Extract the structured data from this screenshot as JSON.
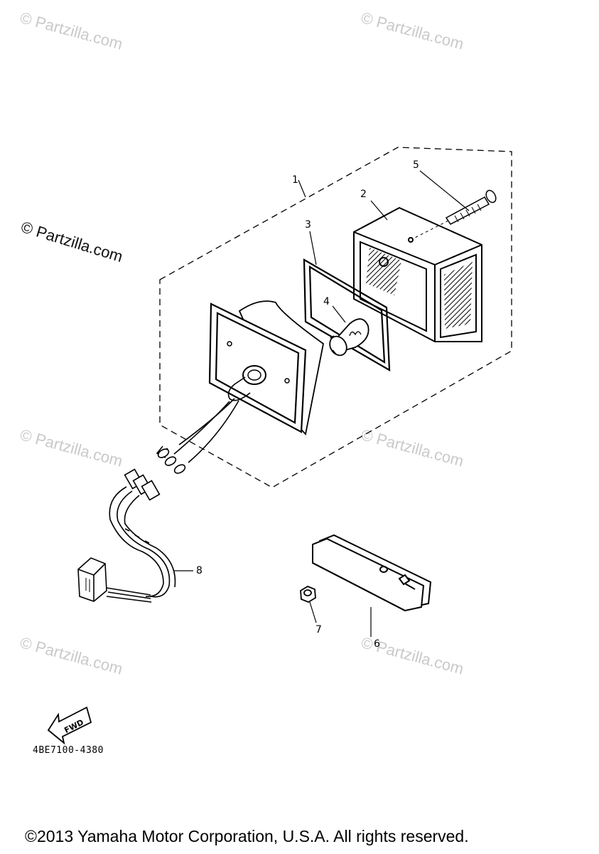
{
  "watermarks": {
    "text": "© Partzilla.com",
    "primary_text": "© Partzilla.com"
  },
  "callouts": {
    "c1": "1",
    "c2": "2",
    "c3": "3",
    "c4": "4",
    "c5": "5",
    "c6": "6",
    "c7": "7",
    "c8": "8"
  },
  "forward_label": "FWD",
  "diagram_code": "4BE7100-4380",
  "copyright": "©2013 Yamaha Motor Corporation, U.S.A. All rights reserved.",
  "colors": {
    "line": "#000000",
    "watermark": "#c9c9c9",
    "background": "#ffffff"
  }
}
